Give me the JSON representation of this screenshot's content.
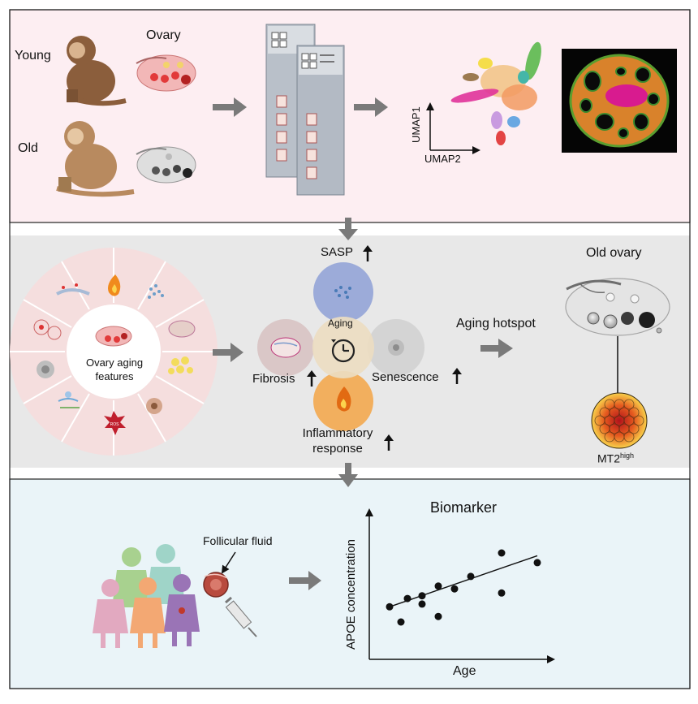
{
  "panel_top": {
    "young_label": "Young",
    "old_label": "Old",
    "ovary_label": "Ovary",
    "umap_y_label": "UMAP1",
    "umap_x_label": "UMAP2"
  },
  "panel_middle": {
    "wheel_center_label": "Ovary aging\nfeatures",
    "wheel_badge_text": "ROS",
    "sasp_label": "SASP",
    "aging_label": "Aging",
    "fibrosis_label": "Fibrosis",
    "senescence_label": "Senescence",
    "inflammatory_label": "Inflammatory\nresponse",
    "aging_hotspot_label": "Aging hotspot",
    "old_ovary_label": "Old ovary",
    "mt2_label": "MT2",
    "mt2_superscript": "high"
  },
  "panel_bottom": {
    "follicular_fluid_label": "Follicular fluid",
    "chart_title": "Biomarker"
  },
  "chart_data": {
    "type": "scatter",
    "title": "Biomarker",
    "xlabel": "Age",
    "ylabel": "APOE concentration",
    "x_ticks": [],
    "y_ticks": [],
    "xlim": [
      0,
      10
    ],
    "ylim": [
      0,
      10
    ],
    "points": [
      [
        0.9,
        3.1
      ],
      [
        1.6,
        2.0
      ],
      [
        2.0,
        3.7
      ],
      [
        2.9,
        3.3
      ],
      [
        2.9,
        3.9
      ],
      [
        3.9,
        2.4
      ],
      [
        3.9,
        4.6
      ],
      [
        4.9,
        4.4
      ],
      [
        5.9,
        5.3
      ],
      [
        7.8,
        4.1
      ],
      [
        7.8,
        7.0
      ],
      [
        10.0,
        6.3
      ]
    ],
    "trendline": [
      [
        0.9,
        3.1
      ],
      [
        10.0,
        6.8
      ]
    ],
    "grid": false,
    "colors": {
      "points": "#111111",
      "axis": "#111111"
    }
  },
  "colors": {
    "panel_top_bg": "#fdeef2",
    "panel_middle_bg": "#e8e8e8",
    "panel_bottom_bg": "#eaf4f8",
    "arrow": "#7a7a7a",
    "sasp_circle": "#8ea0d6",
    "inflammatory_circle": "#f3a545",
    "fibrosis_circle": "#d8c3c3",
    "senescence_circle": "#d2d2d2"
  }
}
